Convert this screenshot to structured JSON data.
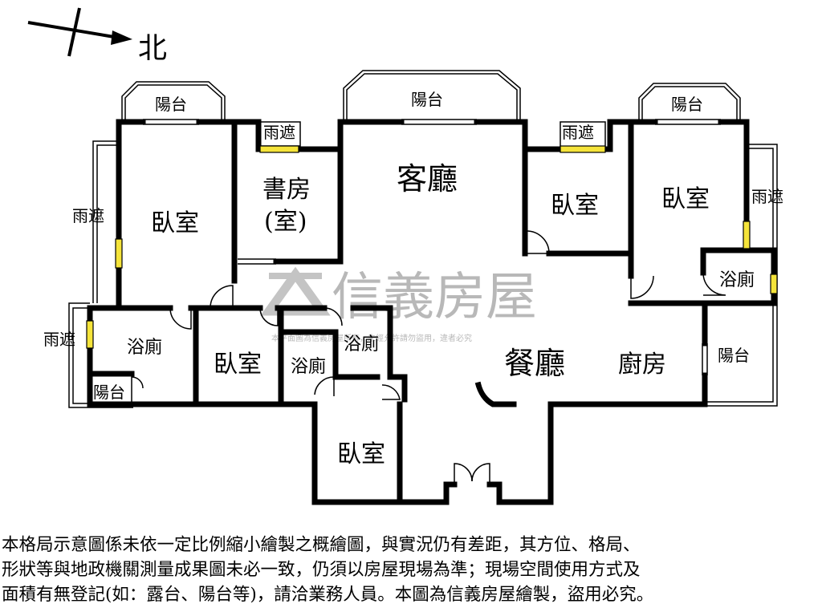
{
  "compass": {
    "label": "北"
  },
  "rooms": {
    "balcony_left": "陽台",
    "balcony_center": "陽台",
    "balcony_right": "陽台",
    "canopy_top_left": "雨遮",
    "canopy_top_right": "雨遮",
    "canopy_left": "雨遮",
    "canopy_left_lower": "雨遮",
    "canopy_right": "雨遮",
    "bedroom_left": "臥室",
    "study_line1": "書房",
    "study_line2": "(室)",
    "living": "客廳",
    "bedroom_mid": "臥室",
    "bedroom_right": "臥室",
    "bath_right": "浴廁",
    "bath_left": "浴廁",
    "bedroom_center": "臥室",
    "bath_center_a": "浴廁",
    "bath_center_b": "浴廁",
    "dining": "餐廳",
    "kitchen": "廚房",
    "balcony_kitchen": "陽台",
    "balcony_small": "陽台",
    "bedroom_bottom": "臥室"
  },
  "watermark": {
    "brand": "信義房屋",
    "subtext": "本平面圖為信義房屋所有，未經允許請勿盜用，違者必究"
  },
  "disclaimer": {
    "line1": "本格局示意圖係未依一定比例縮小繪製之概繪圖，與實況仍有差距，其方位、格局、",
    "line2": "形狀等與地政機關測量成果圖未必一致，仍須以房屋現場為準；現場空間使用方式及",
    "line3": "面積有無登記(如：露台、陽台等)，請洽業務人員。本圖為信義房屋繪製，盜用必究。"
  }
}
